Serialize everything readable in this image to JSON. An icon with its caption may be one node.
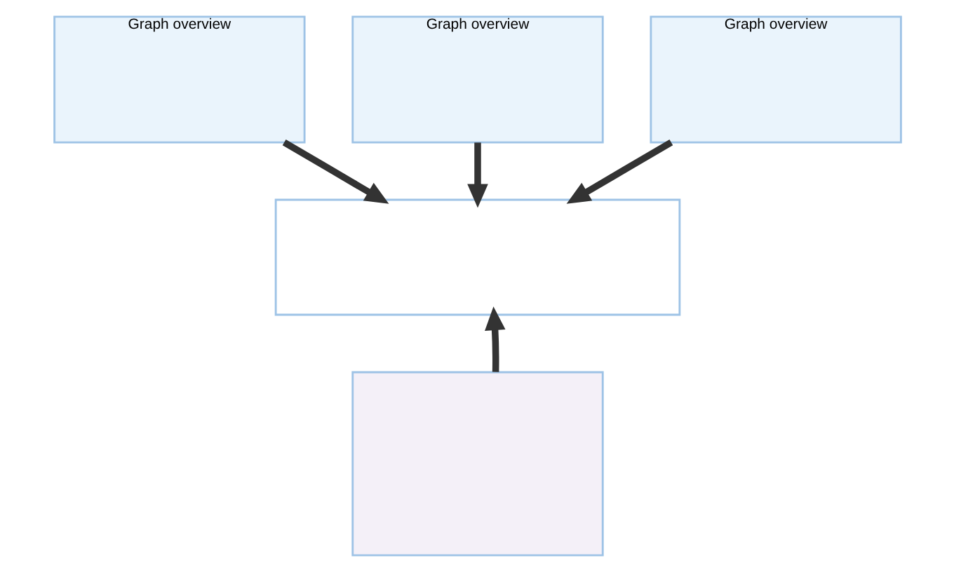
{
  "diagram": {
    "nodes": [
      {
        "text": [
          "Graph overview"
        ]
      },
      {
        "text": [
          "Graph overview"
        ]
      },
      {
        "text": [
          "Graph overview"
        ]
      },
      {
        "text": [],
        "shape": "box"
      },
      {
        "text": [],
        "shape": "box"
      }
    ],
    "edges": [
      {
        "from": 0,
        "to": 3,
        "arrow": "to"
      },
      {
        "from": 1,
        "to": 3,
        "arrow": "to"
      },
      {
        "from": 2,
        "to": 3,
        "arrow": "to"
      },
      {
        "from": 4,
        "to": 3,
        "arrow": "to"
      }
    ]
  }
}
